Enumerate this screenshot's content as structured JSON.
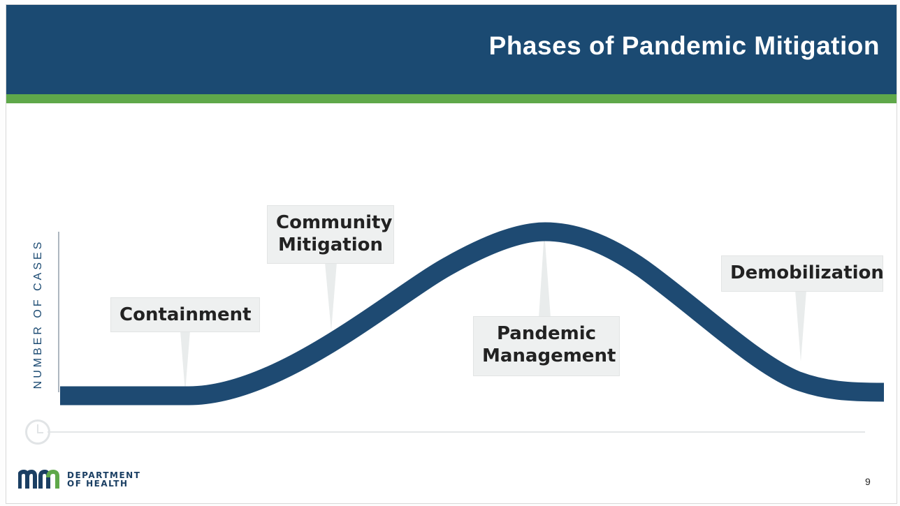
{
  "slide": {
    "title": "Phases of Pandemic Mitigation",
    "page_number": "9"
  },
  "diagram": {
    "y_axis_label": "NUMBER OF CASES",
    "phases": [
      {
        "label_line1": "Containment",
        "label_line2": ""
      },
      {
        "label_line1": "Community",
        "label_line2": "Mitigation"
      },
      {
        "label_line1": "Pandemic",
        "label_line2": "Management"
      },
      {
        "label_line1": "Demobilization",
        "label_line2": ""
      }
    ],
    "icons": {
      "timeline": "clock-icon"
    }
  },
  "logo": {
    "line1": "DEPARTMENT",
    "line2": "OF HEALTH"
  },
  "colors": {
    "header": "#1b4a72",
    "accent_stripe": "#5fa84a",
    "curve": "#1e4a72",
    "callout_bg": "#eef0f0"
  }
}
